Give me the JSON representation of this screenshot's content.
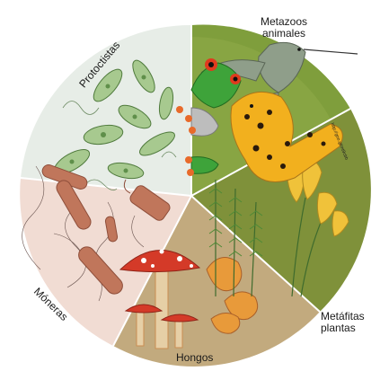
{
  "kingdoms": {
    "metazoos": {
      "line1": "Metazoos",
      "line2": "animales"
    },
    "metafitas": {
      "line1": "Metáfitas",
      "line2": "plantas"
    },
    "hongos": {
      "label": "Hongos"
    },
    "moneras": {
      "label": "Móneras"
    },
    "protoctistas": {
      "label": "Protoctistas"
    }
  },
  "credit": "http://goo.gl/mt9cbb",
  "colors": {
    "metazoos_bg": "#7f9e3c",
    "metafitas_bg": "#7f913a",
    "hongos_bg": "#bfa77b",
    "moneras_bg": "#f0dbd2",
    "protoctistas_bg": "#e6ece6"
  }
}
